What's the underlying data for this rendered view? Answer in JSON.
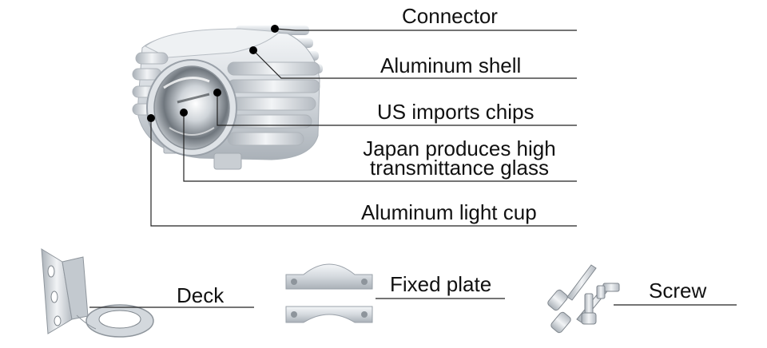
{
  "callouts": {
    "connector": "Connector",
    "aluminum_shell": "Aluminum shell",
    "us_chips": "US imports chips",
    "glass_line1": "Japan produces high",
    "glass_line2": "transmittance glass",
    "light_cup": "Aluminum light cup"
  },
  "accessories": {
    "deck": "Deck",
    "fixed_plate": "Fixed plate",
    "screw": "Screw"
  },
  "colors": {
    "leader_line": "#222222",
    "dot": "#000000",
    "metal_light": "#e9ecef",
    "metal_mid": "#c7ccd2",
    "metal_dark": "#9aa1a9"
  }
}
